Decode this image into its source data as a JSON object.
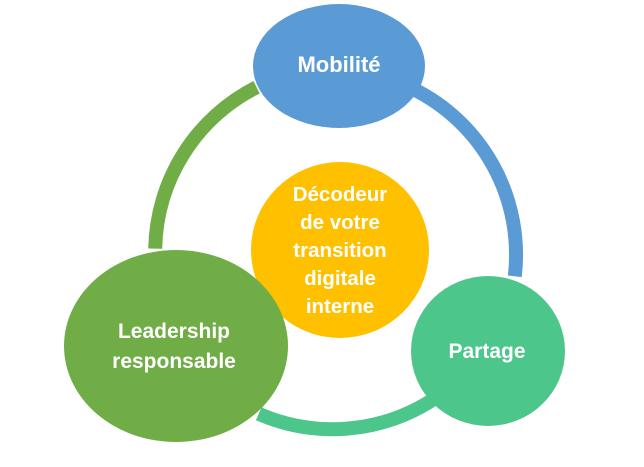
{
  "colors": {
    "mobilite": "#5b9bd5",
    "partage": "#4dc68b",
    "leadership": "#70ad47",
    "centre": "#ffc000",
    "text": "#ffffff"
  },
  "nodes": {
    "mobilite": {
      "label": "Mobilité"
    },
    "partage": {
      "label": "Partage"
    },
    "leadership": {
      "lines": [
        "Leadership",
        "responsable"
      ]
    },
    "centre": {
      "lines": [
        "Décodeur",
        "de votre",
        "transition",
        "digitale",
        "interne"
      ]
    }
  }
}
